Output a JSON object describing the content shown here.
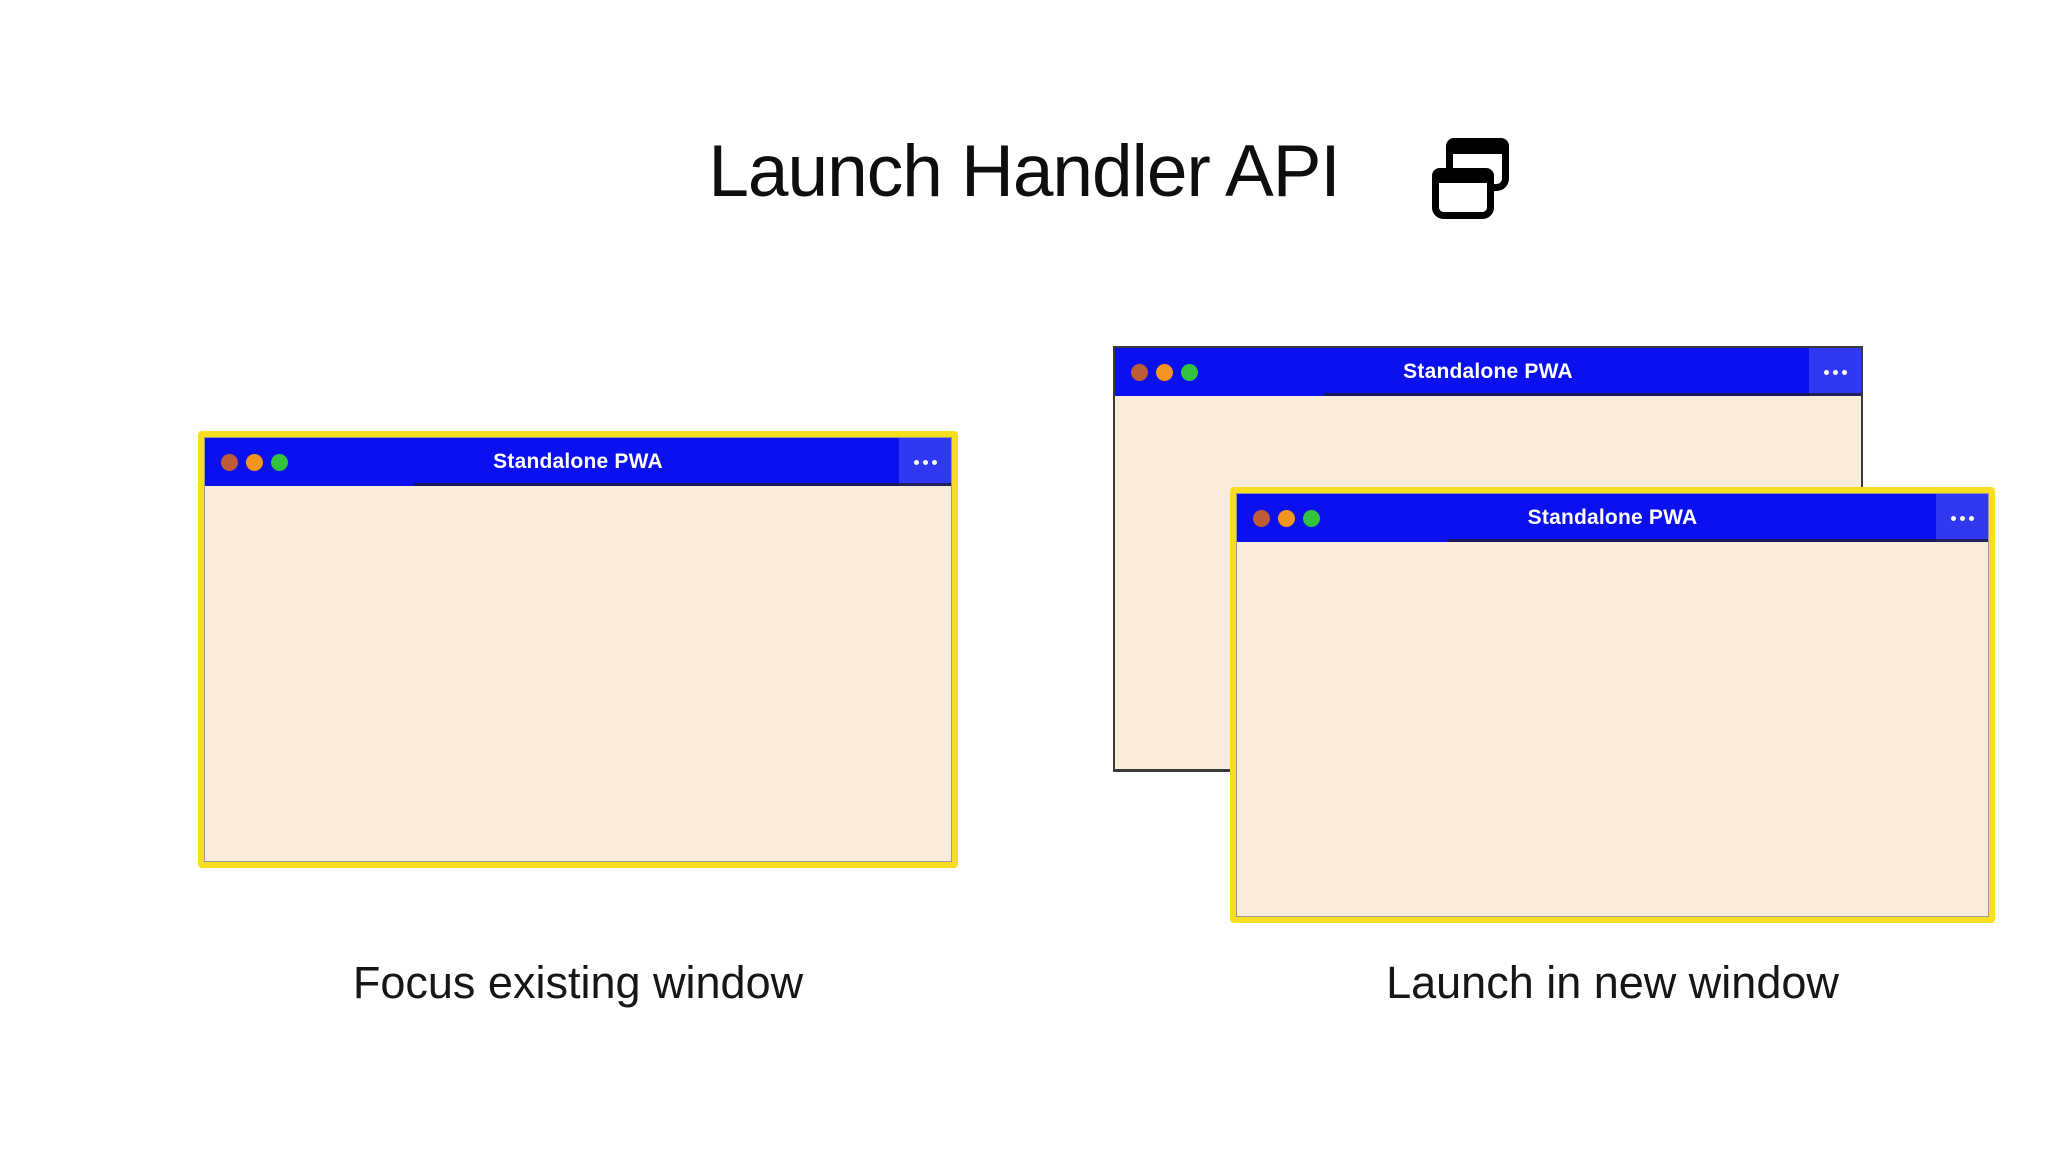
{
  "header": {
    "title": "Launch Handler API",
    "icon": "overlapping-windows"
  },
  "windows": {
    "focused": {
      "title": "Standalone PWA",
      "border_style": "yellow-highlight"
    },
    "background": {
      "title": "Standalone PWA",
      "border_style": "plain-dark"
    },
    "new": {
      "title": "Standalone PWA",
      "border_style": "yellow-highlight"
    }
  },
  "captions": {
    "left": "Focus existing window",
    "right": "Launch in new window"
  },
  "icons": {
    "traffic_lights": [
      "red-dot",
      "orange-dot",
      "green-dot"
    ],
    "more_menu": "three-horizontal-dots",
    "header_icon": "two-overlapping-app-windows"
  },
  "colors": {
    "titlebar_blue": "#0b10ee",
    "menu_section_blue": "#3138f1",
    "window_body_cream": "#f9ecdb",
    "highlight_border_yellow": "#f7de21",
    "plain_border_dark": "#3a3a3a",
    "dot_red": "#bf5c38",
    "dot_orange": "#f5941f",
    "dot_green": "#33c43f",
    "title_text": "#0e0e0e"
  }
}
